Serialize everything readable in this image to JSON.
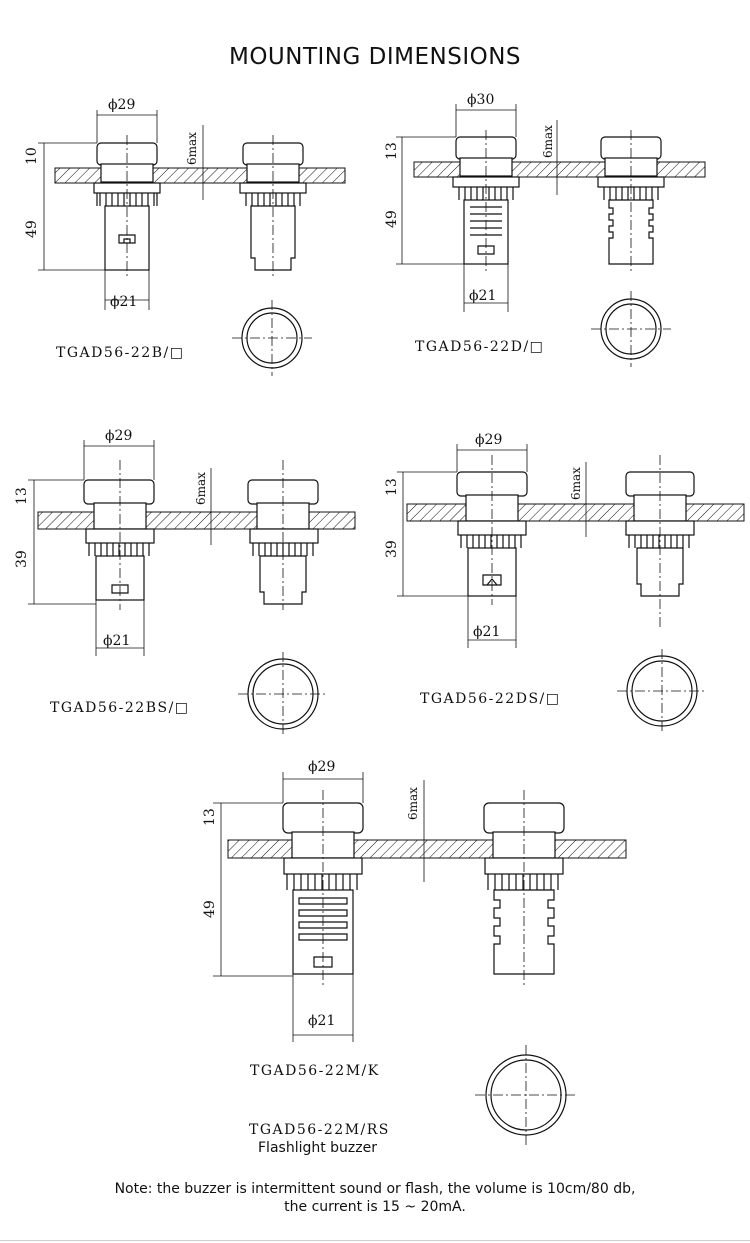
{
  "title": "MOUNTING DIMENSIONS",
  "colors": {
    "line": "#111111",
    "background": "#ffffff"
  },
  "diagrams": [
    {
      "model": "TGAD56-22B/□",
      "top_dia": "ϕ29",
      "base_dia": "ϕ21",
      "top_height": "10",
      "body_height": "49",
      "panel": "6max"
    },
    {
      "model": "TGAD56-22D/□",
      "top_dia": "ϕ30",
      "base_dia": "ϕ21",
      "top_height": "13",
      "body_height": "49",
      "panel": "6max"
    },
    {
      "model": "TGAD56-22BS/□",
      "top_dia": "ϕ29",
      "base_dia": "ϕ21",
      "top_height": "13",
      "body_height": "39",
      "panel": "6max"
    },
    {
      "model": "TGAD56-22DS/□",
      "top_dia": "ϕ29",
      "base_dia": "ϕ21",
      "top_height": "13",
      "body_height": "39",
      "panel": "6max"
    },
    {
      "model": "TGAD56-22M/K",
      "model2": "TGAD56-22M/RS",
      "subtitle": "Flashlight buzzer",
      "top_dia": "ϕ29",
      "base_dia": "ϕ21",
      "top_height": "13",
      "body_height": "49",
      "panel": "6max"
    }
  ],
  "note_line1": "Note: the buzzer is intermittent sound or flash, the volume is 10cm/80 db,",
  "note_line2": "the current is 15 ~ 20mA."
}
